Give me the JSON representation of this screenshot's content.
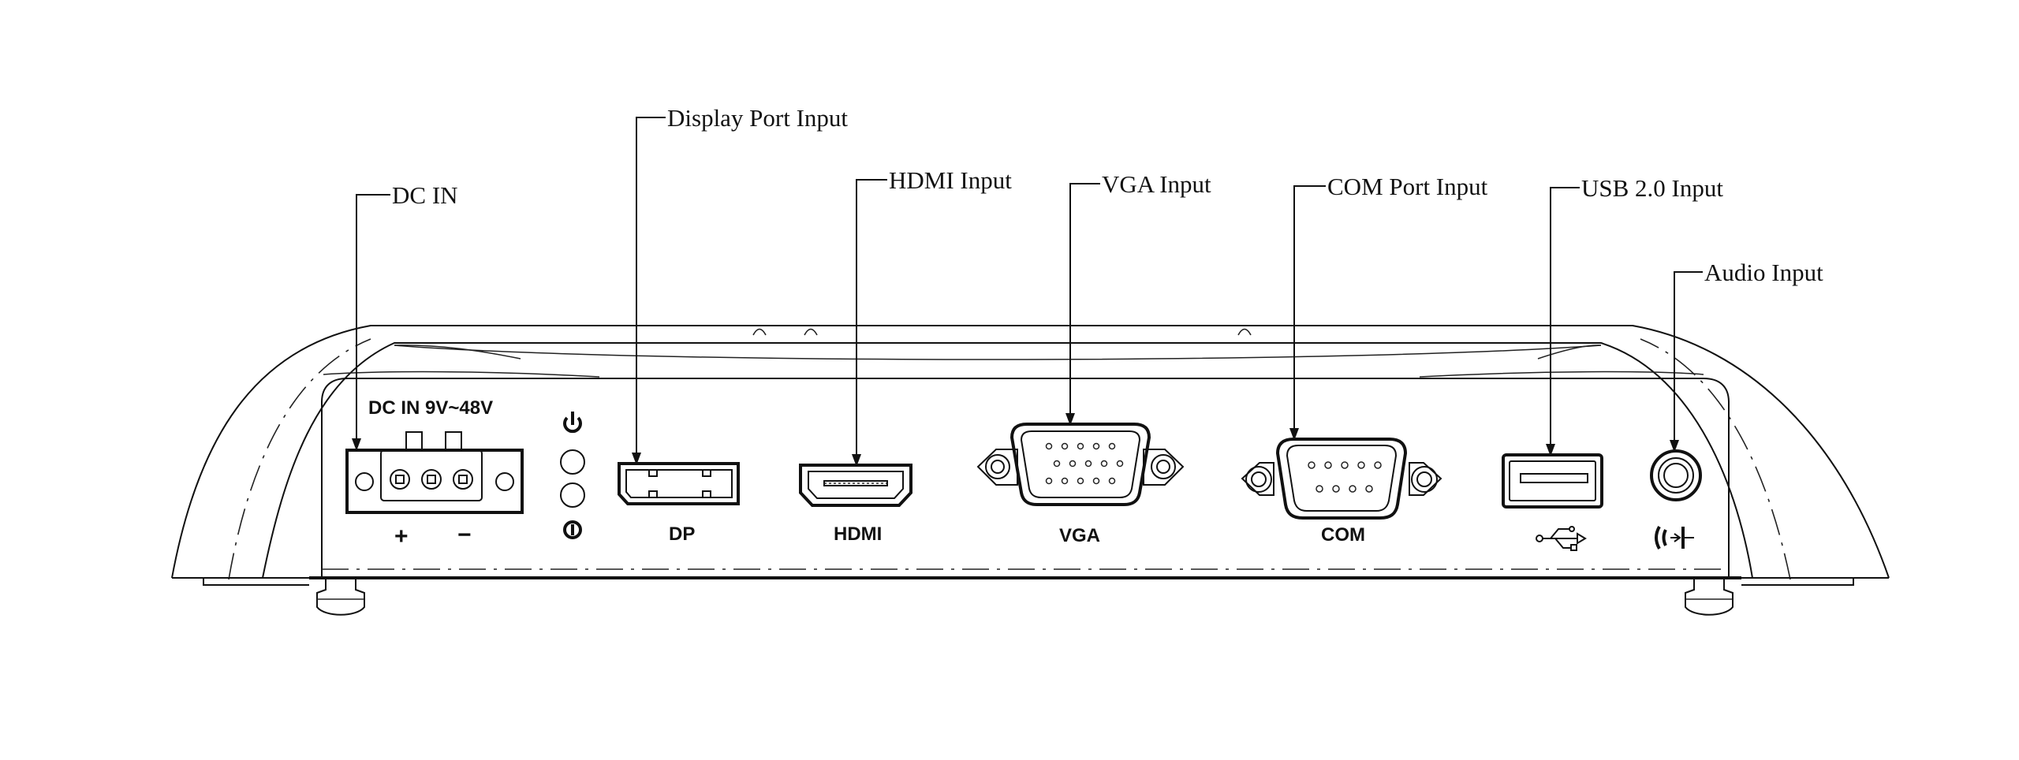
{
  "callouts": {
    "dc_in": "DC IN",
    "display_port": "Display Port Input",
    "hdmi": "HDMI Input",
    "vga": "VGA Input",
    "com": "COM Port Input",
    "usb": "USB 2.0 Input",
    "audio": "Audio Input"
  },
  "port_labels": {
    "dc_rating": "DC IN 9V~48V",
    "plus": "+",
    "minus": "−",
    "dp": "DP",
    "hdmi": "HDMI",
    "vga": "VGA",
    "com": "COM"
  },
  "icons": [
    "power-on-icon",
    "power-off-icon",
    "usb-icon",
    "audio-icon"
  ]
}
